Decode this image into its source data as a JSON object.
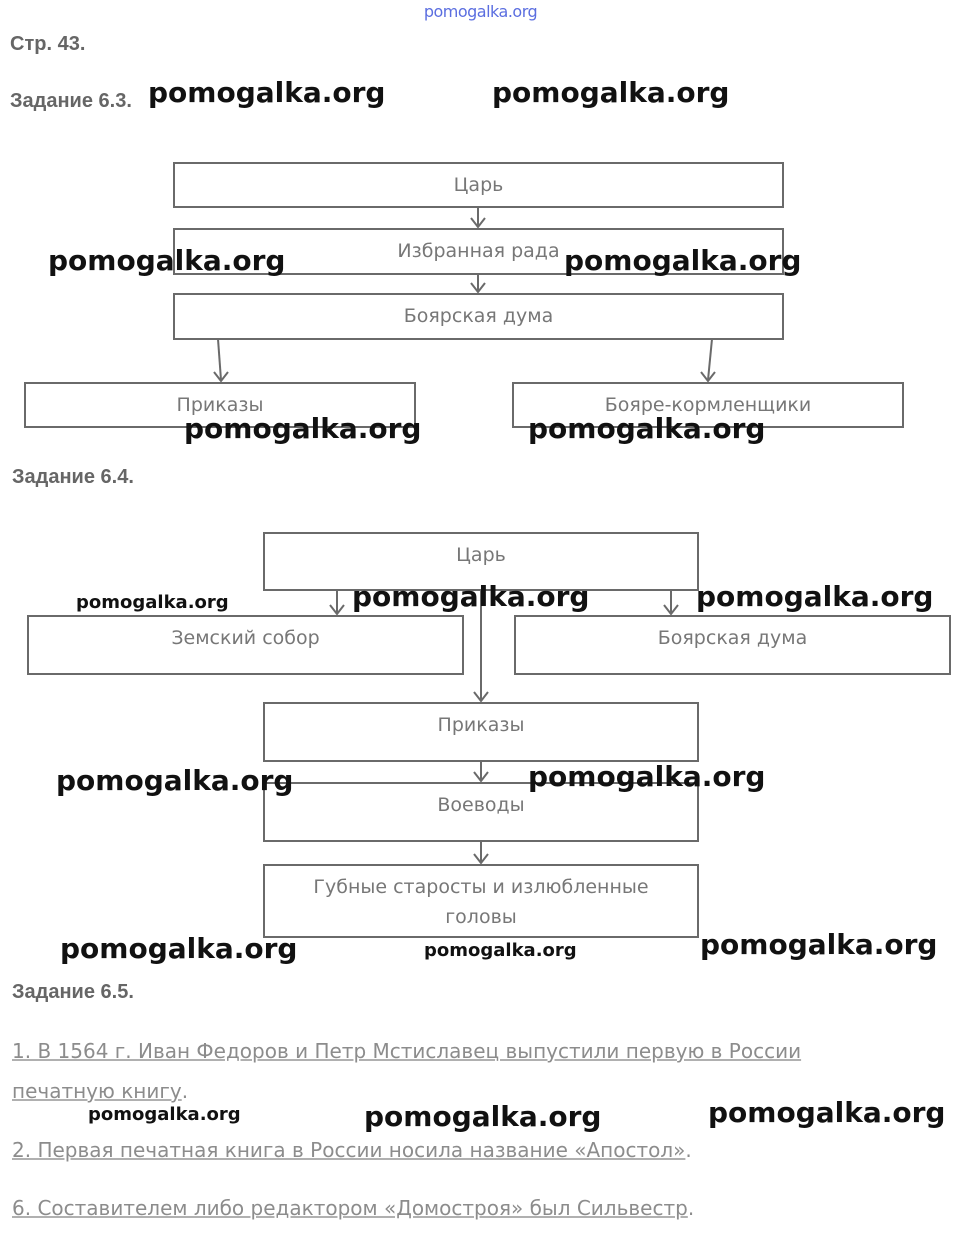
{
  "header": {
    "site_watermark": "pomogalka.org",
    "page_ref": "Стр. 43."
  },
  "task63": {
    "title": "Задание 6.3.",
    "boxes": {
      "tsar": "Царь",
      "rada": "Избранная рада",
      "duma": "Боярская дума",
      "prikazy": "Приказы",
      "kormlenshchiki": "Бояре-кормленщики"
    }
  },
  "task64": {
    "title": "Задание 6.4.",
    "boxes": {
      "tsar": "Царь",
      "sobor": "Земский собор",
      "duma": "Боярская дума",
      "prikazy": "Приказы",
      "voevody": "Воеводы",
      "starosty": "Губные старосты и излюбленные головы"
    }
  },
  "task65": {
    "title": "Задание 6.5.",
    "line1a": "1. В 1564 г. Иван Федоров и Петр Мстиславец выпустили первую в России",
    "line1b": "печатную книгу",
    "line1b_tail": ".",
    "line2": "2. Первая печатная книга в России носила название «Апостол»",
    "line2_tail": ".",
    "line3": "6. Составителем либо редактором «Домостроя» был Сильвестр",
    "line3_tail": "."
  },
  "watermark": "pomogalka.org"
}
